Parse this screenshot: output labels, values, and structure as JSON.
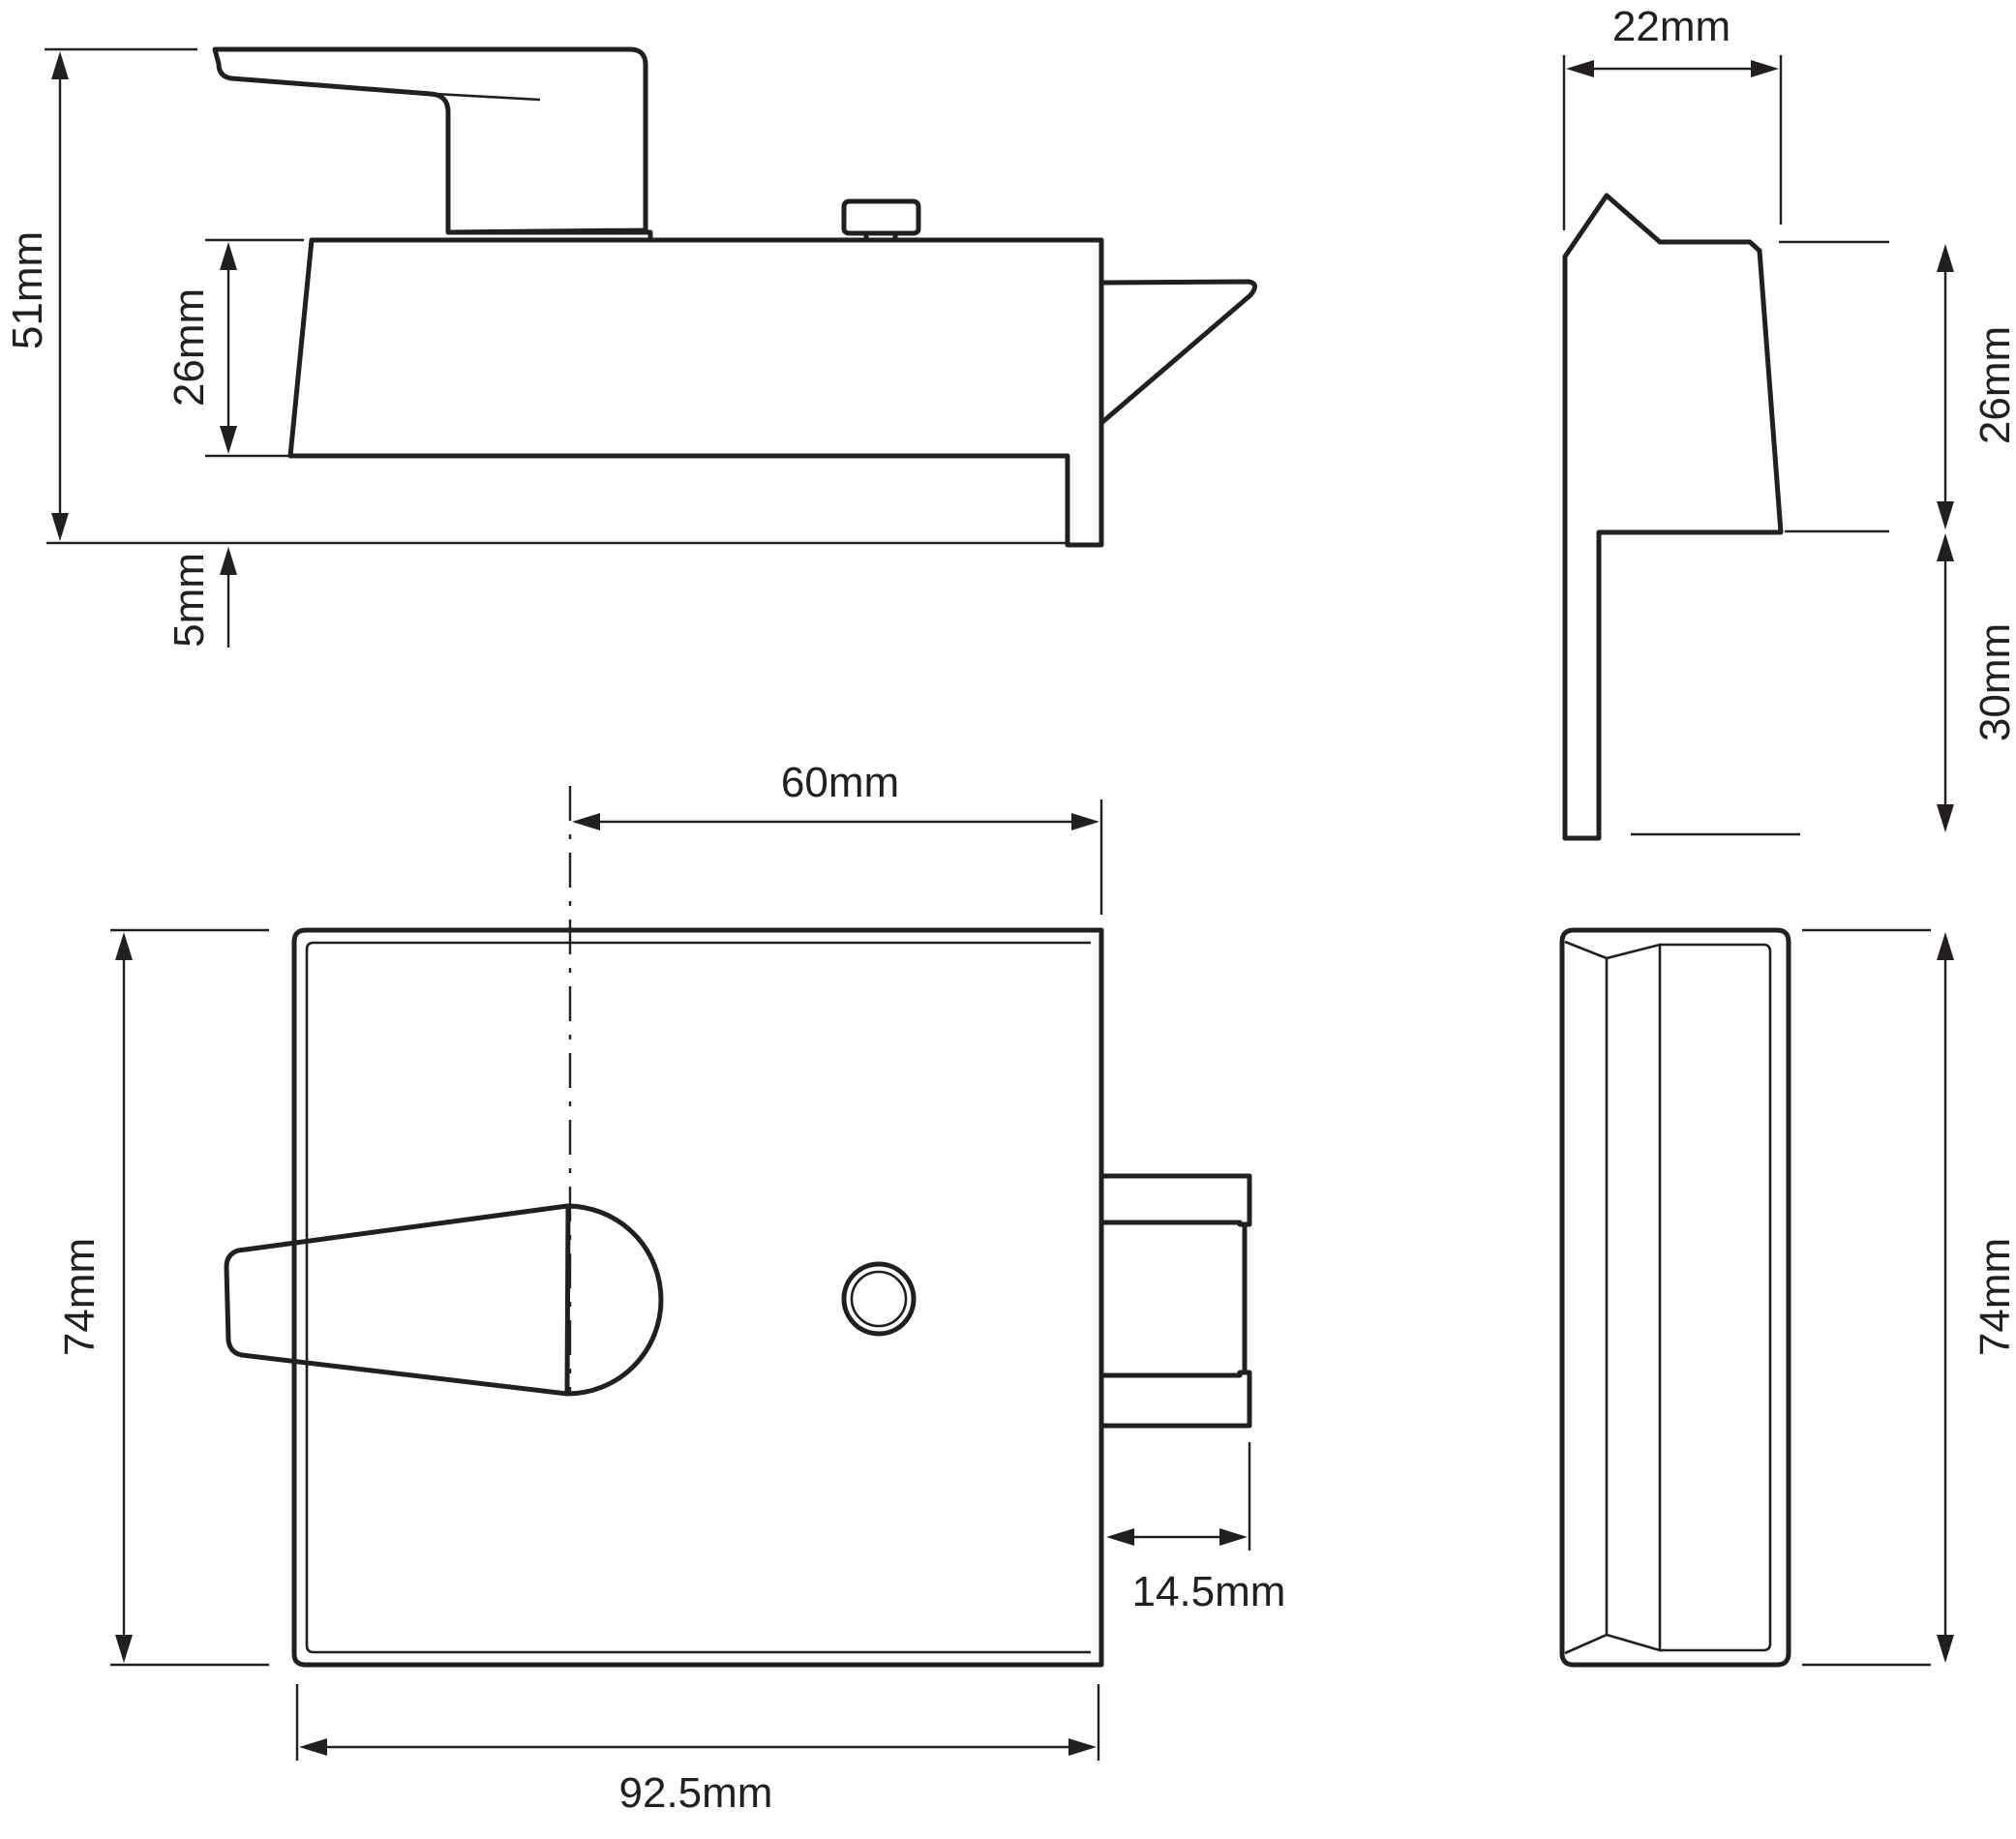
{
  "dimensions": {
    "side_total_height": "51mm",
    "side_body_height": "26mm",
    "side_lip": "5mm",
    "end_width": "22mm",
    "end_body_height": "26mm",
    "end_flange_height": "30mm",
    "front_centre_offset": "60mm",
    "front_height": "74mm",
    "front_width": "92.5mm",
    "bolt_projection": "14.5mm",
    "end_front_height": "74mm"
  }
}
